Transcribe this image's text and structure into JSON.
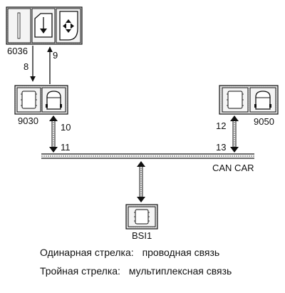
{
  "modules": {
    "m6036": {
      "label": "6036"
    },
    "m9030": {
      "label": "9030"
    },
    "m9050": {
      "label": "9050"
    },
    "bsi": {
      "label": "BSI1"
    }
  },
  "links": {
    "l8": "8",
    "l9": "9",
    "l10": "10",
    "l11": "11",
    "l12": "12",
    "l13": "13"
  },
  "bus": {
    "label": "CAN CAR"
  },
  "legend": {
    "single_term": "Одинарная стрелка:",
    "single_desc": "проводная связь",
    "triple_term": "Тройная стрелка:",
    "triple_desc": "мультиплексная связь"
  }
}
